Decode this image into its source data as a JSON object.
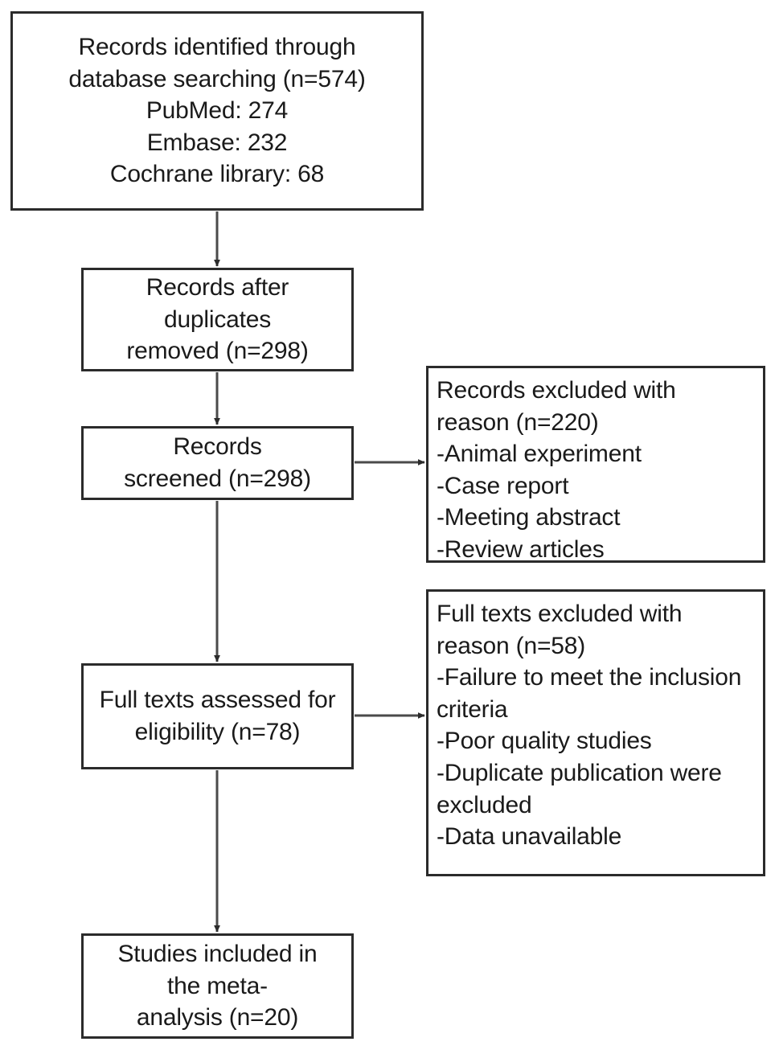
{
  "diagram": {
    "title": "PRISMA study selection flow diagram",
    "type": "flowchart",
    "stroke_color": "#2b2b2b",
    "text_color": "#1a1a1a",
    "background_color": "#ffffff"
  },
  "nodes": {
    "identification": {
      "name": "records-identified",
      "lines": [
        "Records identified through",
        "database searching (n=574)",
        "PubMed: 274",
        "Embase: 232",
        "Cochrane library: 68"
      ],
      "counts": {
        "total": 574,
        "pubmed": 274,
        "embase": 232,
        "cochrane_library": 68
      }
    },
    "duplicates_removed": {
      "name": "records-after-duplicates",
      "lines": [
        "Records after",
        "duplicates",
        "removed (n=298)"
      ],
      "counts": {
        "total": 298
      }
    },
    "screened": {
      "name": "records-screened",
      "lines": [
        "Records",
        "screened (n=298)"
      ],
      "counts": {
        "total": 298
      }
    },
    "records_excluded": {
      "name": "records-excluded-with-reason",
      "lines": [
        "Records excluded with",
        "reason (n=220)",
        "-Animal experiment",
        "-Case report",
        "-Meeting abstract",
        "-Review articles"
      ],
      "counts": {
        "total": 220
      },
      "reasons": [
        "Animal experiment",
        "Case report",
        "Meeting abstract",
        "Review articles"
      ]
    },
    "full_texts_assessed": {
      "name": "full-texts-assessed",
      "lines": [
        "Full texts assessed for",
        "eligibility (n=78)"
      ],
      "counts": {
        "total": 78
      }
    },
    "full_texts_excluded": {
      "name": "full-texts-excluded-with-reason",
      "lines": [
        "Full texts excluded with",
        "reason (n=58)",
        "-Failure to meet the inclusion",
        "criteria",
        "-Poor quality studies",
        "-Duplicate publication were",
        "excluded",
        "-Data unavailable"
      ],
      "counts": {
        "total": 58
      },
      "reasons": [
        "Failure to meet the inclusion criteria",
        "Poor quality studies",
        "Duplicate publication were excluded",
        "Data unavailable"
      ]
    },
    "included": {
      "name": "studies-included",
      "lines": [
        "Studies included in",
        "the meta-",
        "analysis (n=20)"
      ],
      "counts": {
        "total": 20
      }
    }
  },
  "connectors": [
    {
      "name": "arrow-identified-to-duplicates",
      "direction": "down"
    },
    {
      "name": "arrow-duplicates-to-screened",
      "direction": "down"
    },
    {
      "name": "arrow-screened-to-records-excluded",
      "direction": "right"
    },
    {
      "name": "arrow-screened-to-full-texts",
      "direction": "down"
    },
    {
      "name": "arrow-full-texts-to-full-texts-excluded",
      "direction": "right"
    },
    {
      "name": "arrow-full-texts-to-included",
      "direction": "down"
    }
  ]
}
